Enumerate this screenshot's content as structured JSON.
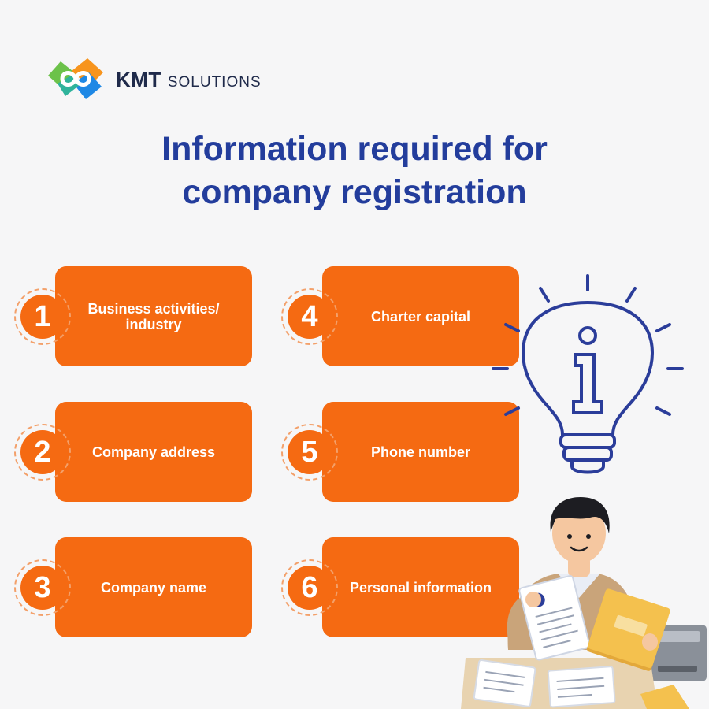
{
  "brand": {
    "name_main": "KMT",
    "name_sub": "SOLUTIONS",
    "logo_icon": "kmt-infinity-logo-icon"
  },
  "title": {
    "line1": "Information required for",
    "line2": "company registration"
  },
  "items": [
    {
      "number": "1",
      "label": "Business activities/ industry"
    },
    {
      "number": "2",
      "label": "Company address"
    },
    {
      "number": "3",
      "label": "Company name"
    },
    {
      "number": "4",
      "label": "Charter capital"
    },
    {
      "number": "5",
      "label": "Phone number"
    },
    {
      "number": "6",
      "label": "Personal information"
    }
  ],
  "illustrations": {
    "bulb": "info-lightbulb-icon",
    "person": "person-with-documents-illustration"
  },
  "colors": {
    "background": "#f6f6f7",
    "title": "#233d9c",
    "card": "#f56a12",
    "badge_border": "#f3a06a",
    "brand_text": "#1f2a4a",
    "bulb_stroke": "#2b3d9a"
  }
}
